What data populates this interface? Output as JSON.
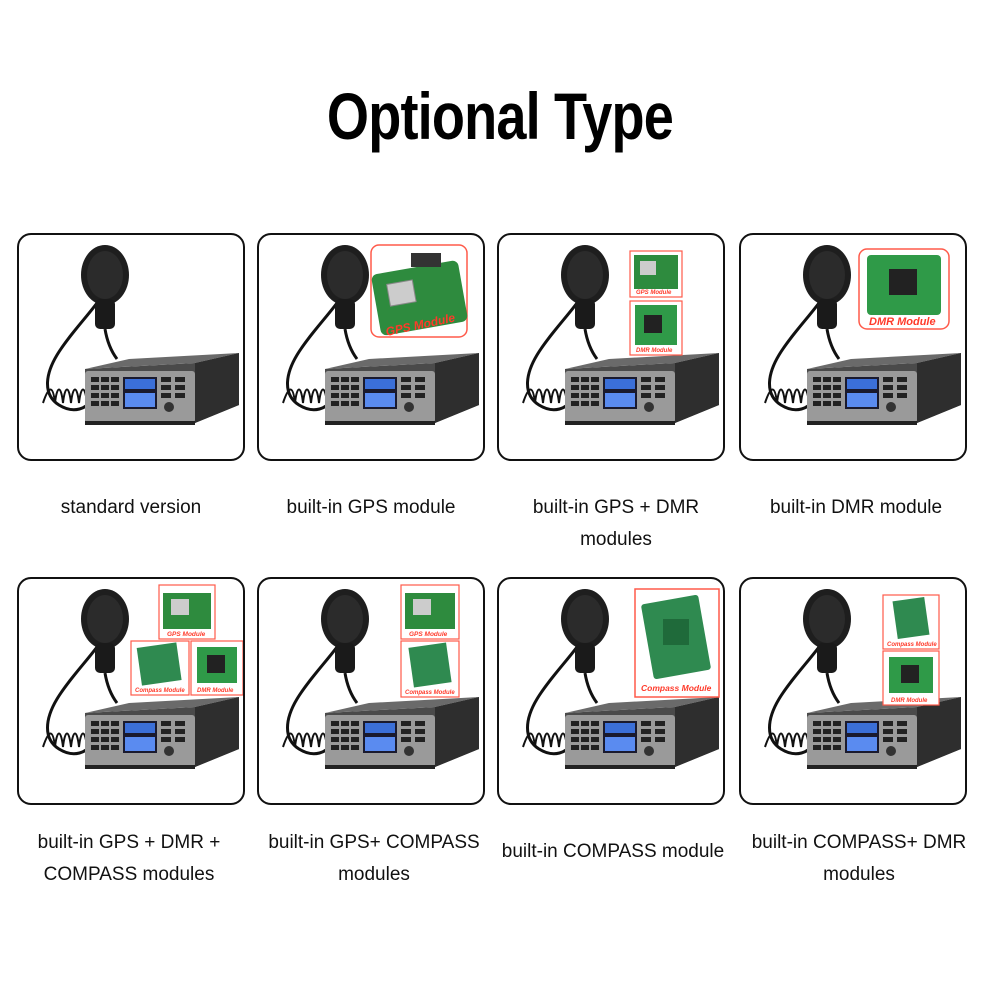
{
  "page": {
    "title": "Optional Type"
  },
  "options": [
    {
      "caption": "standard version",
      "modules": []
    },
    {
      "caption": "built-in GPS module",
      "modules": [
        "GPS Module"
      ]
    },
    {
      "caption": "built-in GPS + DMR modules",
      "modules": [
        "GPS Module",
        "DMR Module"
      ]
    },
    {
      "caption": "built-in DMR module",
      "modules": [
        "DMR Module"
      ]
    },
    {
      "caption": "built-in GPS + DMR + COMPASS modules",
      "modules": [
        "GPS Module",
        "Compass Module",
        "DMR Module"
      ]
    },
    {
      "caption": "built-in GPS+ COMPASS modules",
      "modules": [
        "GPS Module",
        "Compass Module"
      ]
    },
    {
      "caption": "built-in COMPASS module",
      "modules": [
        "Compass Module"
      ]
    },
    {
      "caption": "built-in COMPASS+ DMR modules",
      "modules": [
        "Compass Module",
        "DMR Module"
      ]
    }
  ]
}
